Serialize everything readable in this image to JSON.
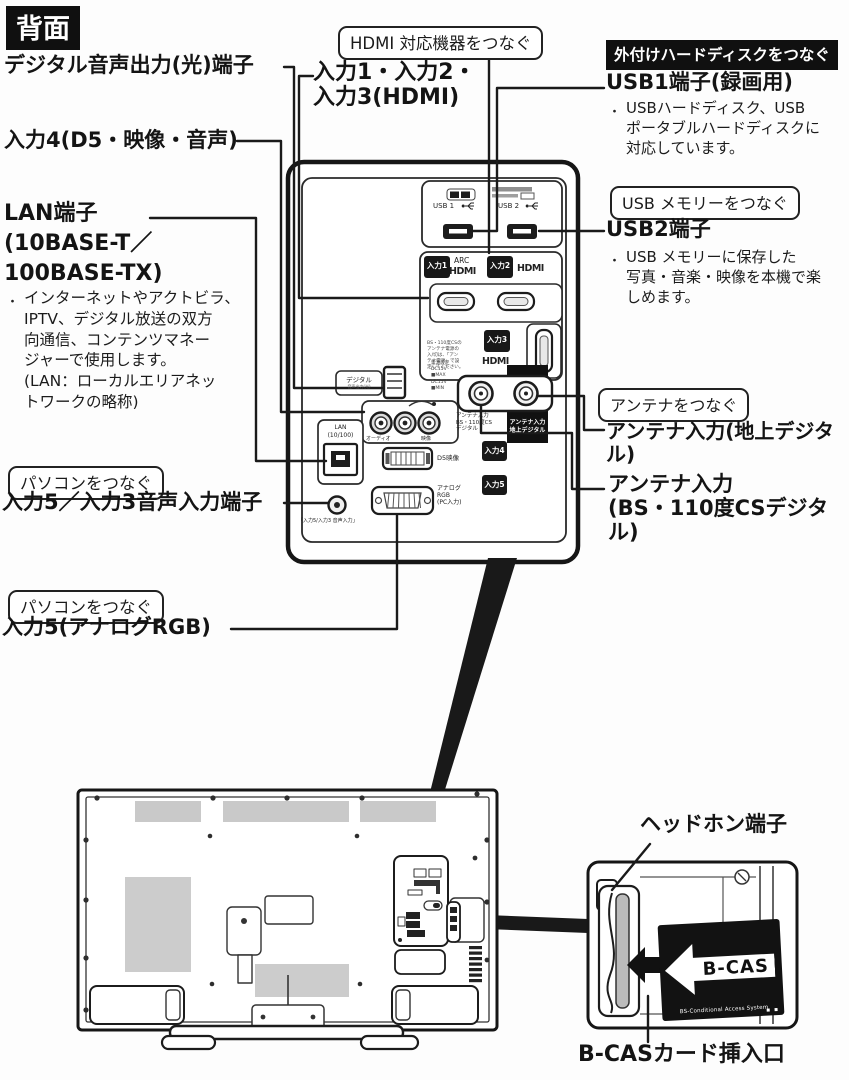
{
  "page": {
    "bg": "#fdfdfd",
    "ink": "#1a1a1a",
    "gray_fill": "#c9c9c9"
  },
  "header": {
    "title": "背面"
  },
  "left_labels": {
    "digital_audio": "デジタル音声出力(光)端子",
    "input4": "入力4(D5・映像・音声)",
    "lan_title": "LAN端子",
    "lan_line2": "(10BASE-T／",
    "lan_line3": "100BASE-TX)",
    "bullet": "・",
    "lan_desc": "インターネットやアクトビラ、\nIPTV、デジタル放送の双方\n向通信、コンテンツマネー\nジャーで使用します。\n(LAN：ローカルエリアネッ\nトワークの略称)",
    "pc_tag": "パソコンをつなぐ",
    "input5_audio": "入力5／入力3音声入力端子",
    "pc_tag2": "パソコンをつなぐ",
    "input5_rgb": "入力5(アナログRGB)"
  },
  "top_labels": {
    "hdmi_tag": "HDMI 対応機器をつなぐ",
    "hdmi_inputs": "入力1・入力2・\n入力3(HDMI)"
  },
  "right_labels": {
    "hdd_tag": "外付けハードディスクをつなぐ",
    "usb1_title": "USB1端子(録画用)",
    "bullet": "・",
    "usb1_desc": "USBハードディスク、USB\nポータブルハードディスクに\n対応しています。",
    "usb_mem_tag": "USB メモリーをつなぐ",
    "usb2_title": "USB2端子",
    "usb2_desc": "USB メモリーに保存した\n写真・音楽・映像を本機で楽\nしめます。",
    "antenna_tag": "アンテナをつなぐ",
    "antenna_terrestrial": "アンテナ入力(地上デジタル)",
    "antenna_bs": "アンテナ入力\n(BS・110度CSデジタル)"
  },
  "panel": {
    "usb1_label": "USB 1",
    "usb2_label": "USB 2",
    "input1_badge": "入力1",
    "input2_badge": "入力2",
    "input3_badge": "入力3",
    "input4_badge": "入力4",
    "input5_badge": "入力5",
    "arc_label": "ARC",
    "hdmi_logo": "HDMI",
    "digital_label": "デジタル",
    "digital_sub": "音声出力(光)",
    "notice": "BS・110度CSの\nアンテナ電源の\n入/切は、「アン\nテナ電源」で設\n定してください。",
    "power_note": "電源設定\nDC15V\n■MAX\nDC15V\n■MIN",
    "lan_port_label": "LAN\n(10/100)",
    "av_audio_label": "オーディオ",
    "av_video_label": "映像",
    "d5_label": "D5映像",
    "rgb_label": "アナログ\nRGB\n(PC入力)",
    "minijack_label": "「入力5/入力3 音声入力」",
    "ant_bs_label": "アンテナ入力\nBS・110度CS\nデジタル",
    "ant_ter_label": "アンテナ入力\n地上デジタル"
  },
  "bottom": {
    "headphone_label": "ヘッドホン端子",
    "bcas_slot_label": "B-CASカード挿入口",
    "bcas_card_title": "B-CAS",
    "bcas_card_sub": "BS-Conditional Access System",
    "bcas_card_dots": "▪ ▪"
  }
}
